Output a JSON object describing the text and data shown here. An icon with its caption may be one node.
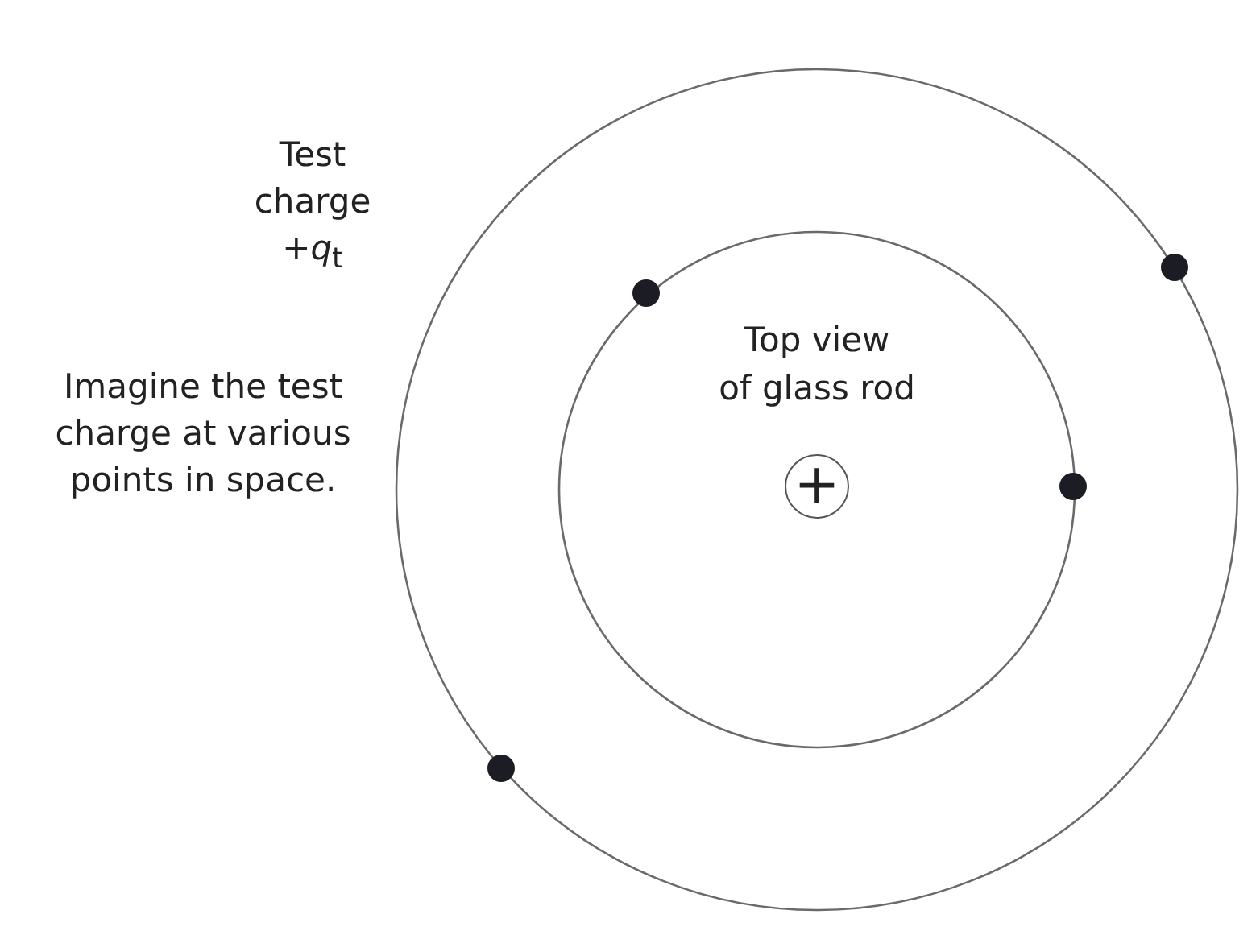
{
  "diagram": {
    "nodes": [
      {
        "text": [
          "+"
        ],
        "beside": [
          "Top view of glass rod"
        ]
      }
    ],
    "labels": [
      "Test charge +*q*$_{t}$",
      "Imagine the test charge at various points in space."
    ]
  }
}
